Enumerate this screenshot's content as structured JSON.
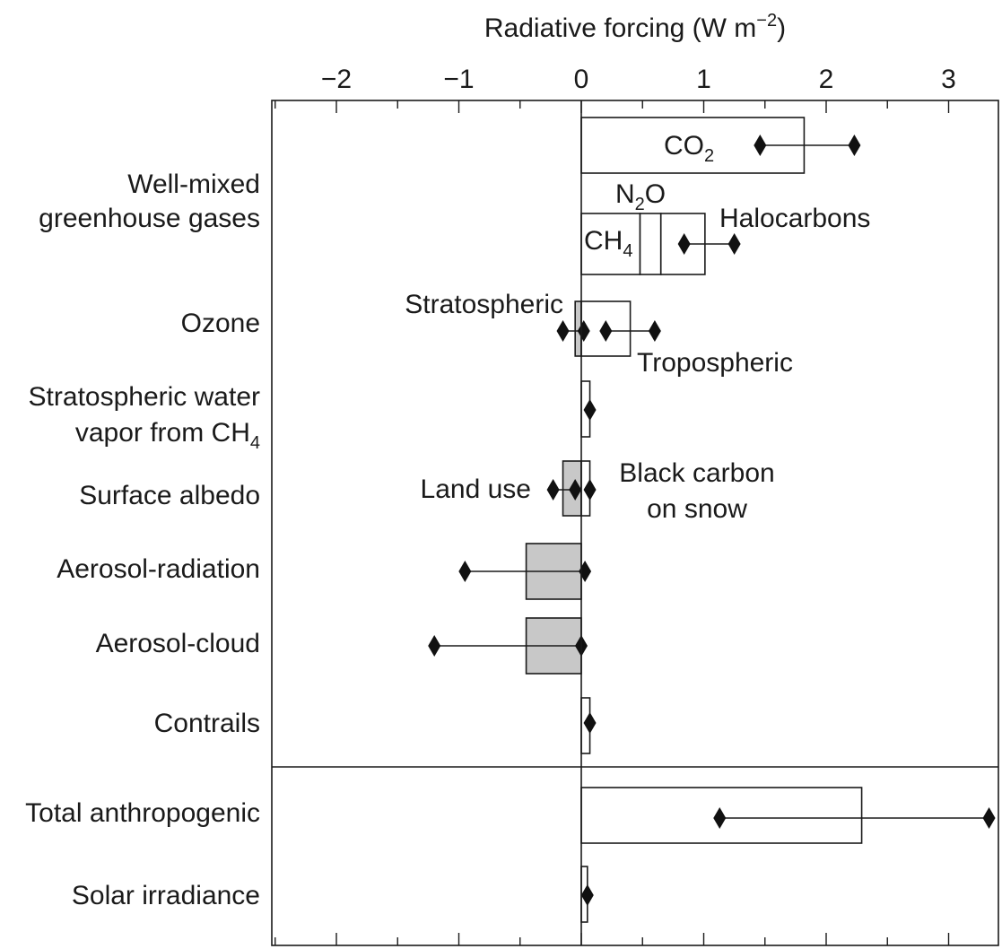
{
  "chart_data": {
    "type": "bar",
    "title": "",
    "xlabel": {
      "base": "Radiative forcing (W m",
      "sup": "−2",
      "close": ")"
    },
    "xlim": [
      -2.5,
      3.4
    ],
    "xticks": [
      {
        "value": -2,
        "label": "−2"
      },
      {
        "value": -1,
        "label": "−1"
      },
      {
        "value": 0,
        "label": "0"
      },
      {
        "value": 1,
        "label": "1"
      },
      {
        "value": 2,
        "label": "2"
      },
      {
        "value": 3,
        "label": "3"
      }
    ],
    "categories": [
      {
        "id": "wmghg",
        "lines": [
          {
            "text": "Well-mixed"
          },
          {
            "text": "greenhouse gases"
          }
        ]
      },
      {
        "id": "ozone",
        "lines": [
          {
            "text": "Ozone"
          }
        ]
      },
      {
        "id": "stratwv",
        "lines": [
          {
            "text": "Stratospheric water"
          },
          {
            "text": "vapor from CH",
            "sub": "4"
          }
        ]
      },
      {
        "id": "albedo",
        "lines": [
          {
            "text": "Surface albedo"
          }
        ]
      },
      {
        "id": "aer_rad",
        "lines": [
          {
            "text": "Aerosol-radiation"
          }
        ]
      },
      {
        "id": "aer_cloud",
        "lines": [
          {
            "text": "Aerosol-cloud"
          }
        ]
      },
      {
        "id": "contrails",
        "lines": [
          {
            "text": "Contrails"
          }
        ]
      },
      {
        "id": "total",
        "lines": [
          {
            "text": "Total anthropogenic"
          }
        ]
      },
      {
        "id": "solar",
        "lines": [
          {
            "text": "Solar irradiance"
          }
        ]
      }
    ],
    "bars": [
      {
        "id": "co2",
        "category": "wmghg",
        "value": 1.82,
        "fill": "#ffffff",
        "uncertainty": [
          1.46,
          2.23
        ],
        "label": {
          "text": "CO",
          "sub": "2"
        }
      },
      {
        "id": "ch4",
        "category": "wmghg",
        "value": 0.48,
        "fill": "#ffffff",
        "stack_start": 0,
        "label": {
          "text": "CH",
          "sub": "4"
        }
      },
      {
        "id": "n2o",
        "category": "wmghg",
        "value": 0.17,
        "fill": "#ffffff",
        "stack_start": 0.48,
        "label": {
          "text": "N",
          "sub": "2",
          "after": "O"
        }
      },
      {
        "id": "halocarbons",
        "category": "wmghg",
        "value": 0.36,
        "fill": "#ffffff",
        "stack_start": 0.65,
        "uncertainty": [
          0.84,
          1.25
        ],
        "label": {
          "text": "Halocarbons"
        }
      },
      {
        "id": "o3_strat",
        "category": "ozone",
        "value": -0.05,
        "fill": "#c8c8c8",
        "uncertainty": [
          -0.15,
          0.02
        ],
        "label": {
          "text": "Stratospheric"
        }
      },
      {
        "id": "o3_trop",
        "category": "ozone",
        "value": 0.4,
        "fill": "#ffffff",
        "uncertainty": [
          0.2,
          0.6
        ],
        "label": {
          "text": "Tropospheric"
        }
      },
      {
        "id": "h2o_strat",
        "category": "stratwv",
        "value": 0.07,
        "fill": "#ffffff",
        "uncertainty": [
          0.07,
          0.07
        ]
      },
      {
        "id": "land_use",
        "category": "albedo",
        "value": -0.15,
        "fill": "#c8c8c8",
        "uncertainty": [
          -0.23,
          -0.05
        ],
        "label": {
          "text": "Land use"
        }
      },
      {
        "id": "bc_snow",
        "category": "albedo",
        "value": 0.07,
        "fill": "#ffffff",
        "uncertainty": [
          0.07,
          0.07
        ],
        "label": {
          "lines": [
            "Black carbon",
            "on snow"
          ]
        }
      },
      {
        "id": "aer_rad",
        "category": "aer_rad",
        "value": -0.45,
        "fill": "#c8c8c8",
        "uncertainty": [
          -0.95,
          0.03
        ]
      },
      {
        "id": "aer_cloud",
        "category": "aer_cloud",
        "value": -0.45,
        "fill": "#c8c8c8",
        "uncertainty": [
          -1.2,
          0.0
        ]
      },
      {
        "id": "contrails",
        "category": "contrails",
        "value": 0.07,
        "fill": "#ffffff",
        "uncertainty": [
          0.07,
          0.07
        ]
      },
      {
        "id": "total_anthro",
        "category": "total",
        "value": 2.29,
        "fill": "#ffffff",
        "uncertainty": [
          1.13,
          3.33
        ]
      },
      {
        "id": "solar",
        "category": "solar",
        "value": 0.05,
        "fill": "#ffffff",
        "uncertainty": [
          0.05,
          0.05
        ]
      }
    ],
    "separator_after": "contrails",
    "grid": false,
    "legend": "none"
  }
}
